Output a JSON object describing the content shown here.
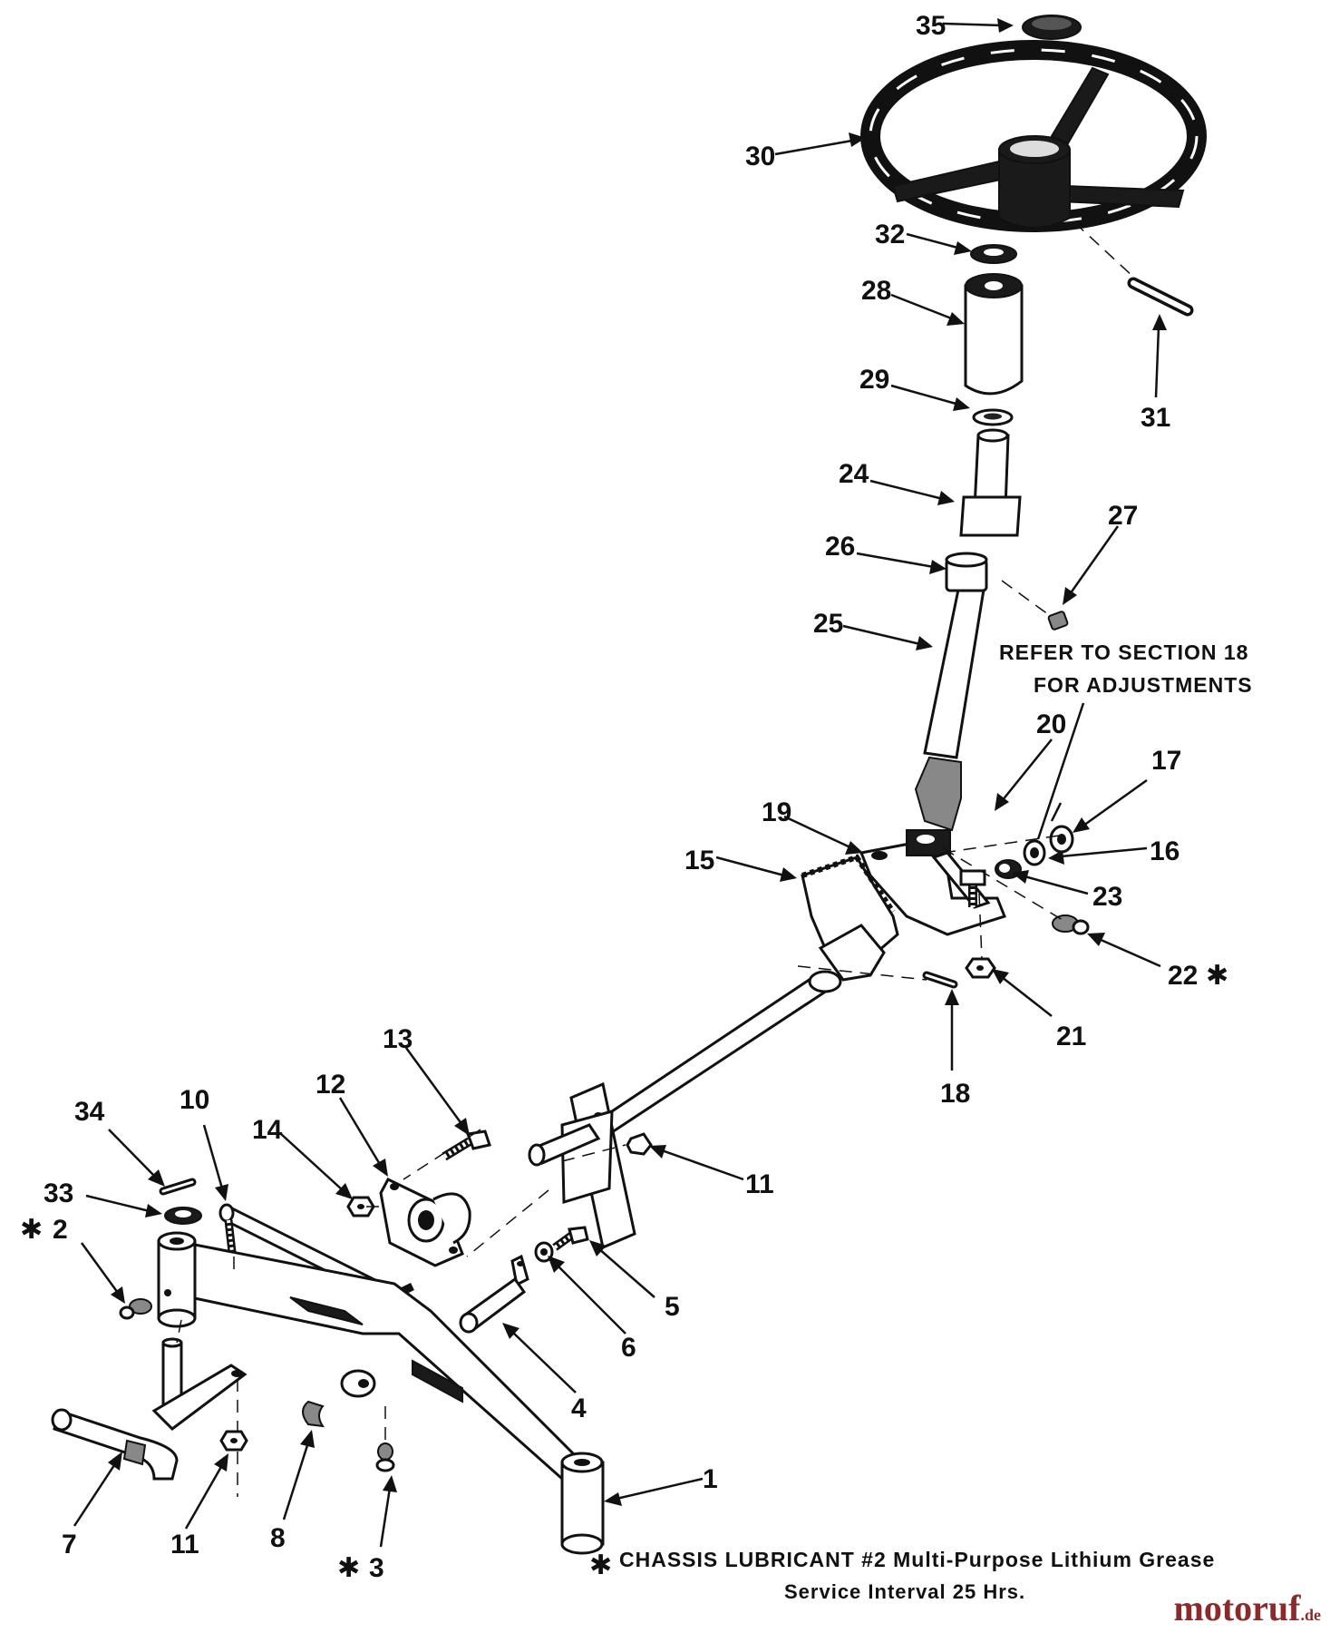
{
  "callouts": [
    "1",
    "2",
    "3",
    "4",
    "5",
    "6",
    "7",
    "8",
    "10",
    "11",
    "11",
    "11",
    "12",
    "13",
    "14",
    "15",
    "16",
    "17",
    "18",
    "19",
    "20",
    "21",
    "22",
    "23",
    "24",
    "25",
    "26",
    "27",
    "28",
    "29",
    "30",
    "31",
    "32",
    "33",
    "34",
    "35"
  ],
  "notes": {
    "refer_line1": "REFER TO SECTION 18",
    "refer_line2": "FOR ADJUSTMENTS",
    "lube_line1": "CHASSIS LUBRICANT #2 Multi-Purpose Lithium Grease",
    "lube_line2": "Service Interval 25 Hrs.",
    "star": "✱"
  },
  "watermark": {
    "name": "motoruf",
    "suffix": ".de"
  }
}
